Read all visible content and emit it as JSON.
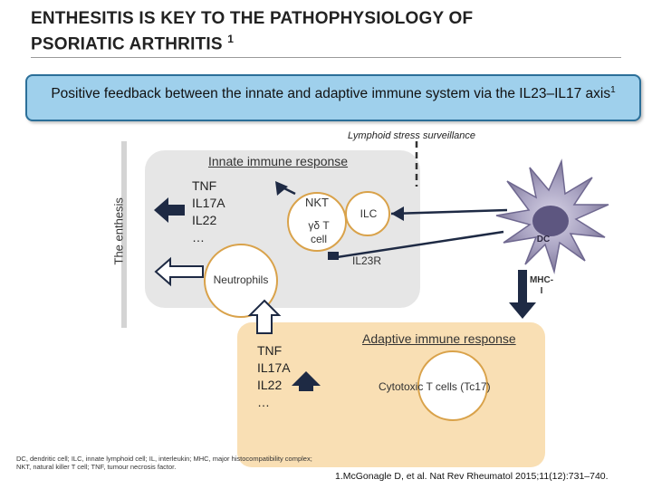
{
  "title": {
    "line1": "ENTHESITIS IS KEY TO THE PATHOPHYSIOLOGY OF",
    "line2": "PSORIATIC ARTHRITIS",
    "ref": "1"
  },
  "banner": {
    "text": "Positive feedback between the innate and adaptive immune system via the IL23–IL17 axis",
    "ref": "1"
  },
  "lymphoid_label": "Lymphoid stress surveillance",
  "enthesis_label": "The enthesis",
  "innate": {
    "label": "Innate immune response",
    "cytokines": [
      "TNF",
      "IL17A",
      "IL22",
      "…"
    ],
    "nkt": "NKT",
    "gdt_line1": "γδ T",
    "gdt_line2": "cell",
    "ilc": "ILC",
    "neutrophils": "Neutrophils",
    "il23r": "IL23R"
  },
  "dc": {
    "label": "DC",
    "mhc_line1": "MHC-",
    "mhc_line2": "I"
  },
  "adaptive": {
    "label": "Adaptive immune response",
    "cytokines": [
      "TNF",
      "IL17A",
      "IL22",
      "…"
    ],
    "tcells": "Cytotoxic T cells (Tc17)"
  },
  "footnote": "DC, dendritic cell; ILC, innate lymphoid cell; IL, interleukin; MHC, major histocompatibility complex; NKT, natural killer T cell; TNF, tumour necrosis factor.",
  "reference": "1.McGonagle D, et al. Nat Rev Rheumatol 2015;11(12):731–740.",
  "colors": {
    "banner_fill": "#9fd0ec",
    "banner_border": "#2b6f99",
    "innate_fill": "#e6e6e6",
    "adaptive_fill": "#f9dfb4",
    "cell_outline": "#d9a24a",
    "arrow": "#1e2a44"
  }
}
